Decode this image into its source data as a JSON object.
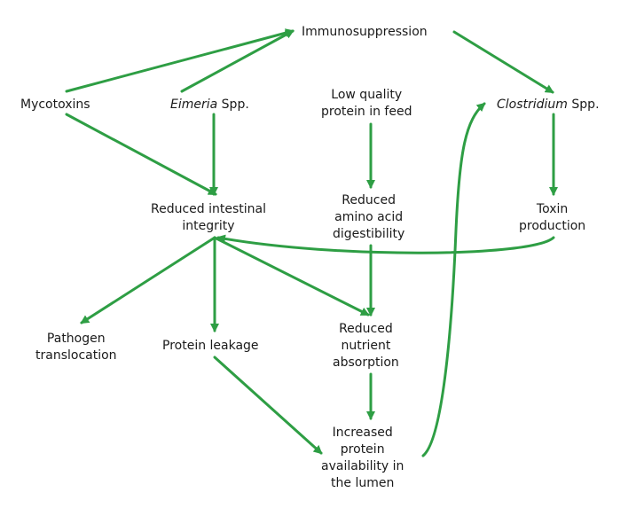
{
  "colors": {
    "arrow": "#2e9e44",
    "text": "#1a1a1a",
    "background": "#ffffff"
  },
  "nodes": {
    "immunosuppression": {
      "lines": [
        "Immunosuppression"
      ]
    },
    "mycotoxins": {
      "lines": [
        "Mycotoxins"
      ]
    },
    "eimeria": {
      "italic": "Eimeria",
      "rest": " Spp."
    },
    "low_quality_protein": {
      "lines": [
        "Low quality",
        "protein in feed"
      ]
    },
    "clostridium": {
      "italic": "Clostridium",
      "rest": " Spp."
    },
    "reduced_intestinal_integrity": {
      "lines": [
        "Reduced intestinal",
        "integrity"
      ]
    },
    "reduced_amino_acid_digestibility": {
      "lines": [
        "Reduced",
        "amino acid",
        "digestibility"
      ]
    },
    "toxin_production": {
      "lines": [
        "Toxin",
        "production"
      ]
    },
    "pathogen_translocation": {
      "lines": [
        "Pathogen",
        "translocation"
      ]
    },
    "protein_leakage": {
      "lines": [
        "Protein leakage"
      ]
    },
    "reduced_nutrient_absorption": {
      "lines": [
        "Reduced",
        "nutrient",
        "absorption"
      ]
    },
    "increased_protein_availability": {
      "lines": [
        "Increased",
        "protein",
        "availability in",
        "the lumen"
      ]
    }
  },
  "edges": [
    {
      "from": "mycotoxins",
      "to": "immunosuppression"
    },
    {
      "from": "eimeria",
      "to": "immunosuppression"
    },
    {
      "from": "mycotoxins",
      "to": "reduced_intestinal_integrity"
    },
    {
      "from": "eimeria",
      "to": "reduced_intestinal_integrity"
    },
    {
      "from": "immunosuppression",
      "to": "clostridium"
    },
    {
      "from": "low_quality_protein",
      "to": "reduced_amino_acid_digestibility"
    },
    {
      "from": "reduced_amino_acid_digestibility",
      "to": "reduced_nutrient_absorption"
    },
    {
      "from": "clostridium",
      "to": "toxin_production"
    },
    {
      "from": "toxin_production",
      "to": "reduced_intestinal_integrity"
    },
    {
      "from": "reduced_intestinal_integrity",
      "to": "pathogen_translocation"
    },
    {
      "from": "reduced_intestinal_integrity",
      "to": "protein_leakage"
    },
    {
      "from": "reduced_intestinal_integrity",
      "to": "reduced_nutrient_absorption"
    },
    {
      "from": "reduced_nutrient_absorption",
      "to": "increased_protein_availability"
    },
    {
      "from": "protein_leakage",
      "to": "increased_protein_availability"
    },
    {
      "from": "increased_protein_availability",
      "to": "clostridium"
    }
  ]
}
